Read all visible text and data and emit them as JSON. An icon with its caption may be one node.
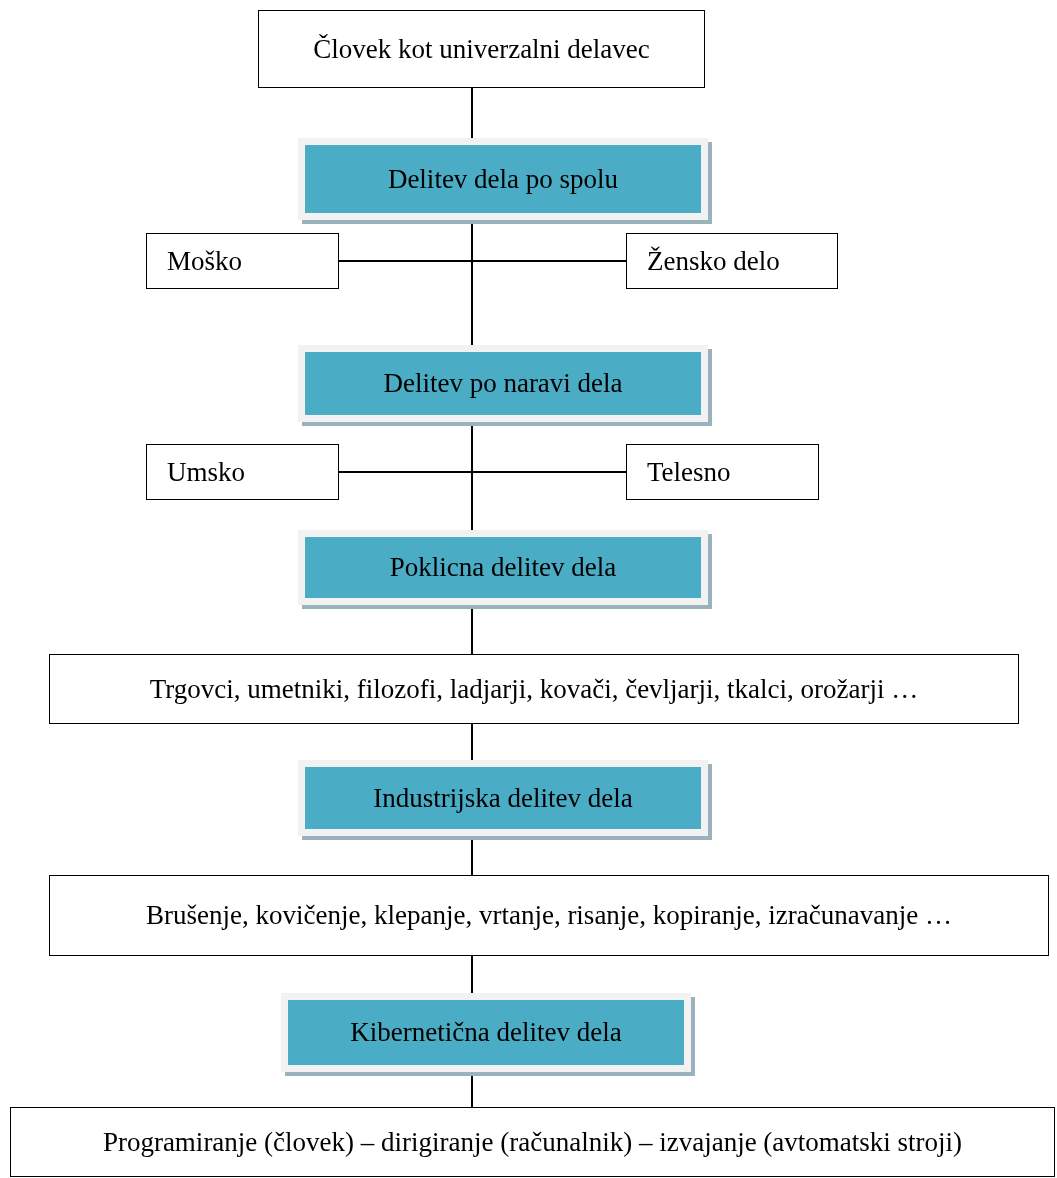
{
  "diagram": {
    "nodes": [
      {
        "text": [
          "Človek kot univerzalni delavec"
        ]
      },
      {
        "text": [
          "Delitev dela po spolu"
        ]
      },
      {
        "text": [
          "Moško"
        ]
      },
      {
        "text": [
          "Žensko delo"
        ]
      },
      {
        "text": [
          "Delitev po naravi dela"
        ]
      },
      {
        "text": [
          "Umsko"
        ]
      },
      {
        "text": [
          "Telesno"
        ]
      },
      {
        "text": [
          "Poklicna delitev dela"
        ]
      },
      {
        "text": [
          "Trgovci, umetniki, filozofi, ladjarji, kovači, čevljarji, tkalci, orožarji …"
        ]
      },
      {
        "text": [
          "Industrijska delitev dela"
        ]
      },
      {
        "text": [
          "Brušenje, kovičenje, klepanje, vrtanje, risanje, kopiranje, izračunavanje …"
        ]
      },
      {
        "text": [
          "Kibernetična delitev dela"
        ]
      },
      {
        "text": [
          "Programiranje (človek) – dirigiranje (računalnik) – izvajanje (avtomatski stroji)"
        ]
      }
    ],
    "edges": [
      {
        "from": 0,
        "to": 1,
        "arrow": "none"
      },
      {
        "from": 1,
        "to": 4,
        "arrow": "none"
      },
      {
        "from": 2,
        "to": 3,
        "arrow": "none"
      },
      {
        "from": 4,
        "to": 7,
        "arrow": "none"
      },
      {
        "from": 5,
        "to": 6,
        "arrow": "none"
      },
      {
        "from": 7,
        "to": 8,
        "arrow": "none"
      },
      {
        "from": 8,
        "to": 9,
        "arrow": "none"
      },
      {
        "from": 9,
        "to": 10,
        "arrow": "none"
      },
      {
        "from": 10,
        "to": 11,
        "arrow": "none"
      },
      {
        "from": 11,
        "to": 12,
        "arrow": "none"
      }
    ]
  }
}
